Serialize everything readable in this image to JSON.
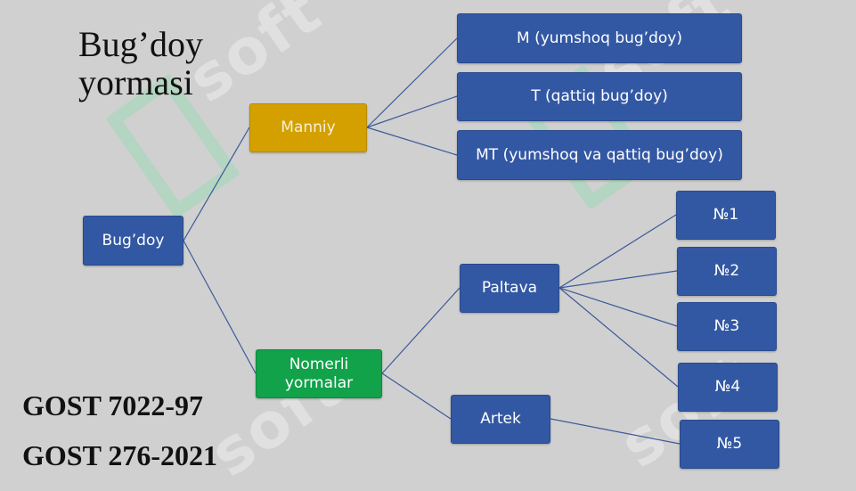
{
  "title": {
    "line1": "Bug’doy",
    "line2": "yormasi"
  },
  "standards": [
    "GOST 7022-97",
    "GOST 276-2021"
  ],
  "watermark": "soft",
  "colors": {
    "background": "#d0d0d0",
    "blue": "#3358a3",
    "gold": "#d4a000",
    "green": "#11a24a",
    "line": "#3d5a99"
  },
  "nodes": {
    "root": "Bug’doy",
    "manniy": "Manniy",
    "m": "M (yumshoq bug’doy)",
    "t": "T (qattiq bug’doy)",
    "mt": "MT (yumshoq va qattiq bug’doy)",
    "nomerli": "Nomerli yormalar",
    "paltava": "Paltava",
    "artek": "Artek",
    "n1": "№1",
    "n2": "№2",
    "n3": "№3",
    "n4": "№4",
    "n5": "№5"
  }
}
